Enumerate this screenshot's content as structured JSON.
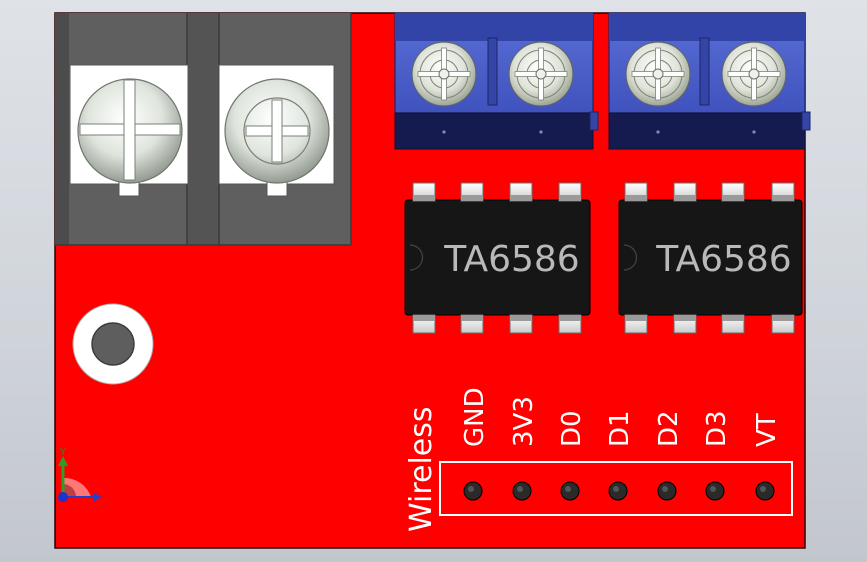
{
  "board": {
    "pcb_color": "#ff0000",
    "terminal_gray_color": "#5e5e5e",
    "terminal_blue_color": "#4a5dc8",
    "chip_color": "#161616"
  },
  "chips": [
    {
      "label": "TA6586"
    },
    {
      "label": "TA6586"
    }
  ],
  "header": {
    "title": "Wireless",
    "pins": [
      "GND",
      "3V3",
      "D0",
      "D1",
      "D2",
      "D3",
      "VT"
    ]
  },
  "axis_triad": {
    "y_label": "Y"
  }
}
